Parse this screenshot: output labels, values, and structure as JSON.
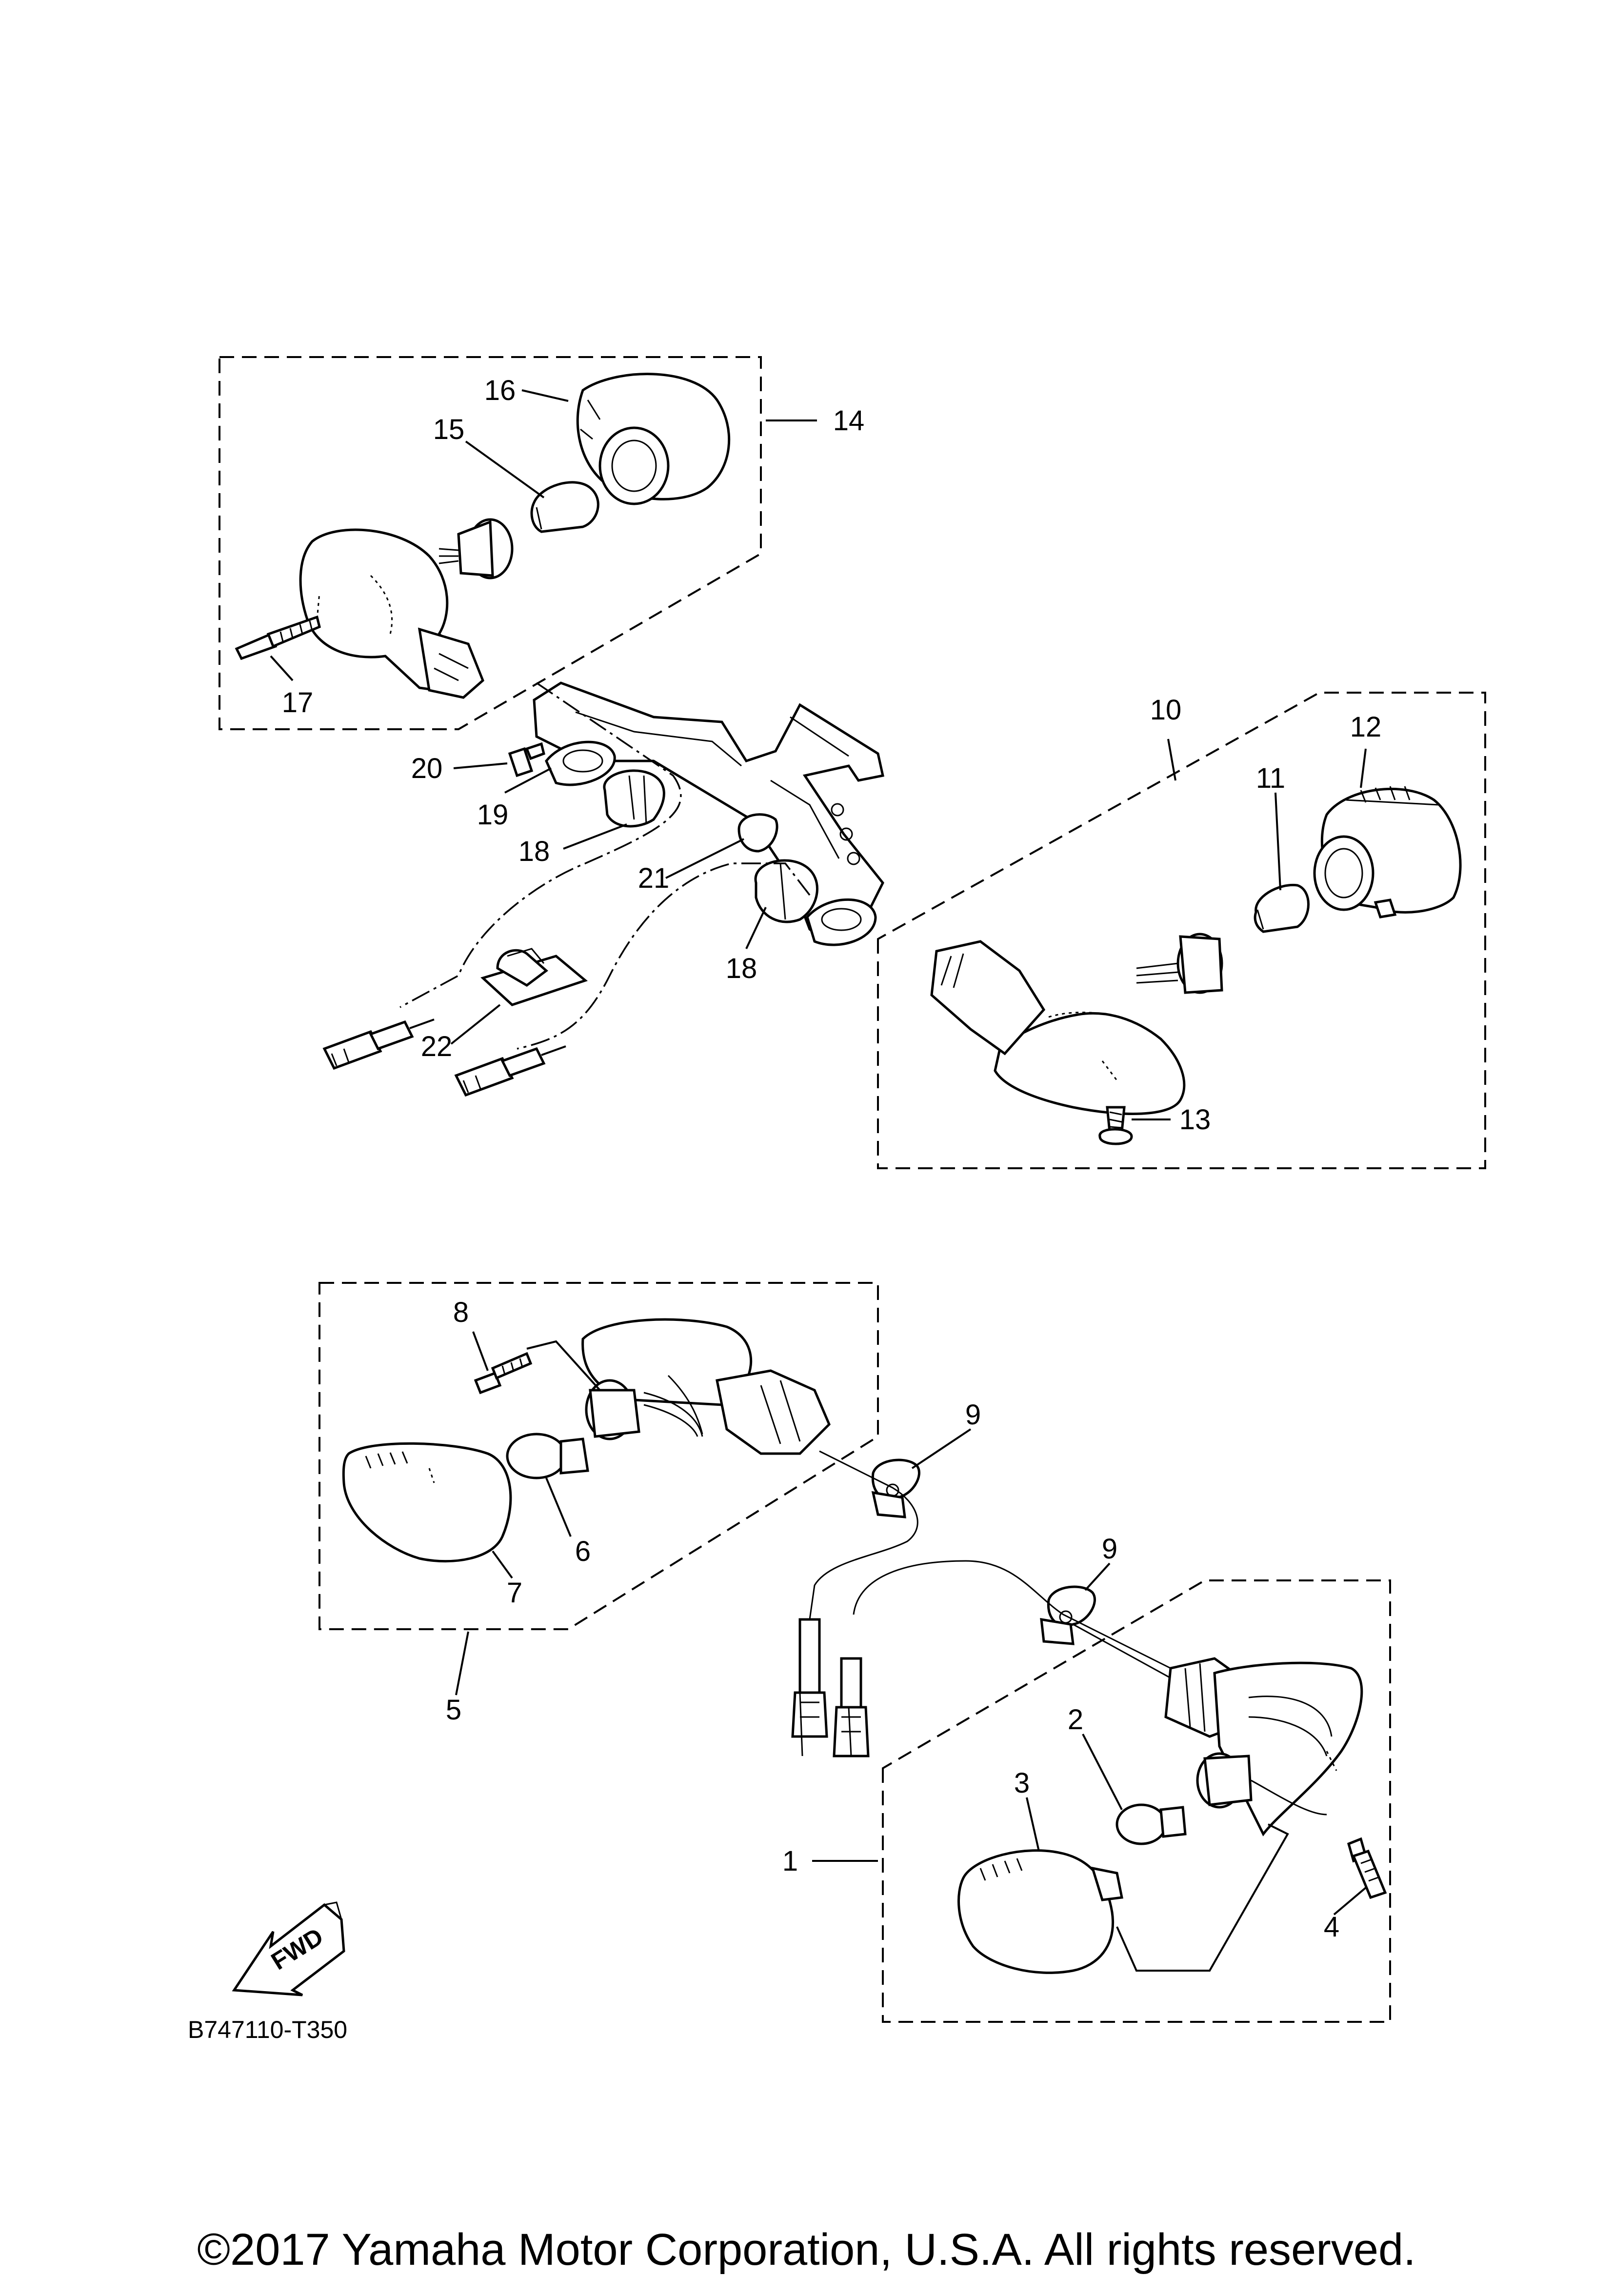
{
  "callouts": [
    {
      "label": "1"
    },
    {
      "label": "2"
    },
    {
      "label": "3"
    },
    {
      "label": "4"
    },
    {
      "label": "5"
    },
    {
      "label": "6"
    },
    {
      "label": "7"
    },
    {
      "label": "8"
    },
    {
      "label": "9"
    },
    {
      "label": "9"
    },
    {
      "label": "10"
    },
    {
      "label": "11"
    },
    {
      "label": "12"
    },
    {
      "label": "13"
    },
    {
      "label": "14"
    },
    {
      "label": "15"
    },
    {
      "label": "16"
    },
    {
      "label": "17"
    },
    {
      "label": "18"
    },
    {
      "label": "18"
    },
    {
      "label": "19"
    },
    {
      "label": "20"
    },
    {
      "label": "21"
    },
    {
      "label": "22"
    }
  ],
  "fwd_label": "FWD",
  "diagram_code": "B747110-T350",
  "copyright": "©2017 Yamaha Motor Corporation, U.S.A. All rights reserved."
}
